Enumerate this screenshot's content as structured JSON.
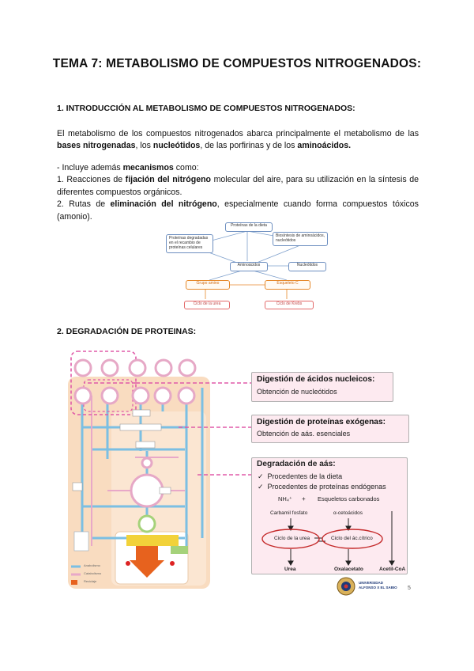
{
  "title": "TEMA 7: METABOLISMO DE COMPUESTOS NITROGENADOS:",
  "section1": {
    "heading": "1. INTRODUCCIÓN AL METABOLISMO DE COMPUESTOS NITROGENADOS:",
    "p1_a": "El metabolismo de los compuestos nitrogenados abarca principalmente el metabolismo de las ",
    "p1_b": "bases nitrogenadas",
    "p1_c": ", los ",
    "p1_d": "nucleótidos",
    "p1_e": ", de las porfirinas y de los ",
    "p1_f": "aminoácidos.",
    "l1_a": "- Incluye además ",
    "l1_b": "mecanismos",
    "l1_c": " como:",
    "l2_a": "1. Reacciones de ",
    "l2_b": "fijación del nitrógeno",
    "l2_c": " molecular del aire, para su utilización en la síntesis de diferentes compuestos orgánicos.",
    "l3_a": "2. Rutas de ",
    "l3_b": "eliminación del nitrógeno",
    "l3_c": ", especialmente cuando forma compuestos tóxicos (amonio)."
  },
  "small_diagram": {
    "top": "Proteínas de la dieta",
    "left": "Proteínas degradadas en el recambio de proteínas celulares",
    "right": "Biosíntesis de aminoácidos, nucleótidos",
    "center": "Aminoácidos",
    "nucleo": "Nucleótidos",
    "amino_group": "Grupo amino",
    "carbon": "Esqueleto C",
    "urea": "Ciclo de la urea",
    "krebs": "Ciclo de Krebs"
  },
  "section2": {
    "heading": "2. DEGRADACIÓN DE PROTEINAS:"
  },
  "figure": {
    "box1_title": "Digestión de ácidos nucleicos:",
    "box1_sub": "Obtención de nucleótidos",
    "box2_title": "Digestión de proteínas exógenas:",
    "box2_sub": "Obtención de aás. esenciales",
    "box3_title": "Degradación de aás:",
    "check1": "Procedentes de la dieta",
    "check2": "Procedentes de proteínas endógenas",
    "nh4": "NH₄⁺",
    "plus": "+",
    "esqueletos": "Esqueletos carbonados",
    "carbamil": "Carbamil fosfato",
    "cetoacidos": "α-cetoácidos",
    "ciclo_urea": "Ciclo de la urea",
    "ciclo_citrico": "Ciclo del ác.cítrico",
    "urea": "Urea",
    "oxalacetato": "Oxalacetato",
    "acetil": "Acetil-CoA",
    "legend": [
      "Anabolismo",
      "Catabolismo",
      "Reciclaje"
    ]
  },
  "logo": {
    "line1": "UNIVERSIDAD",
    "line2": "ALFONSO X EL SABIO"
  },
  "page_number": "5",
  "colors": {
    "pink_box": "#fdeaf0",
    "dash_pink": "#e05aa8",
    "blue_path": "#7bbfe3",
    "peach_bg": "#f9dcc0"
  }
}
